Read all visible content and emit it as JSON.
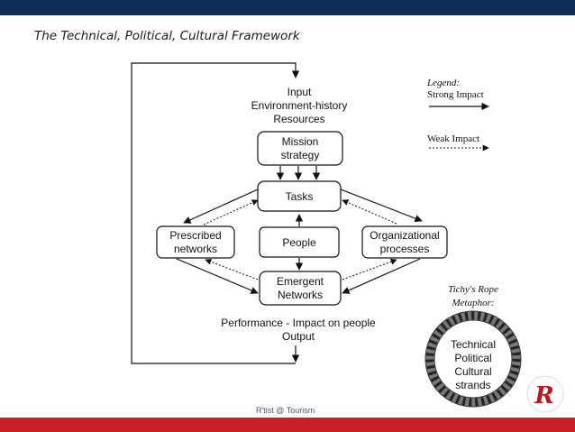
{
  "slide": {
    "title": "The Technical, Political, Cultural Framework",
    "footer": "R'tist @ Tourism",
    "colors": {
      "top_band": "#0f2a55",
      "footer_band": "#c8202a",
      "logo": "#b01c22"
    }
  },
  "diagram": {
    "input": {
      "line1": "Input",
      "line2": "Environment-history",
      "line3": "Resources"
    },
    "mission": {
      "line1": "Mission",
      "line2": "strategy"
    },
    "tasks": "Tasks",
    "prescribed": {
      "line1": "Prescribed",
      "line2": "networks"
    },
    "people": "People",
    "organizational": {
      "line1": "Organizational",
      "line2": "processes"
    },
    "emergent": {
      "line1": "Emergent",
      "line2": "Networks"
    },
    "output": {
      "line1": "Performance - Impact on people",
      "line2": "Output"
    }
  },
  "legend": {
    "heading": "Legend:",
    "strong": "Strong Impact",
    "weak": "Weak Impact"
  },
  "metaphor": {
    "line1": "Tichy's Rope",
    "line2": "Metaphor:",
    "strands": [
      "Technical",
      "Political",
      "Cultural",
      "strands"
    ]
  },
  "logo": {
    "letter": "R"
  }
}
